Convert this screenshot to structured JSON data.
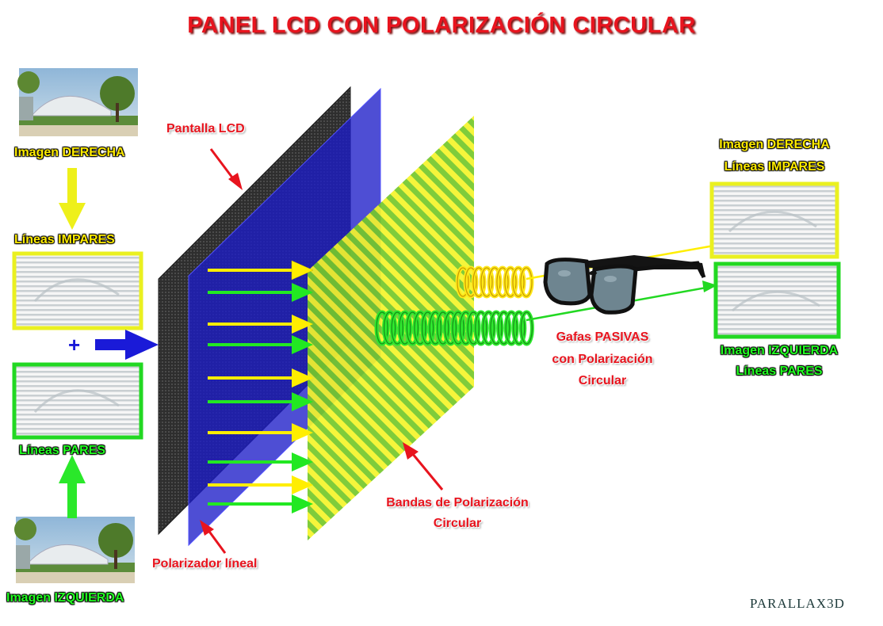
{
  "title": "PANEL LCD CON POLARIZACIÓN CIRCULAR",
  "labels": {
    "pantalla_lcd": "Pantalla LCD",
    "polarizador": "Polarizador líneal",
    "bandas_1": "Bandas de Polarización",
    "bandas_2": "Circular",
    "gafas_1": "Gafas PASIVAS",
    "gafas_2": "con Polarización",
    "gafas_3": "Circular"
  },
  "left": {
    "imagen_derecha_a": "Imagen ",
    "imagen_derecha_b": "DERECHA",
    "lineas_impares_a": "Líneas ",
    "lineas_impares_b": "IMPARES",
    "plus": "+",
    "lineas_pares_a": "Líneas ",
    "lineas_pares_b": "PARES",
    "imagen_izquierda_a": "Imagen ",
    "imagen_izquierda_b": "IZQUIERDA"
  },
  "right": {
    "top_line1_a": "Imagen ",
    "top_line1_b": "DERECHA",
    "top_line2_a": "Líneas ",
    "top_line2_b": "IMPARES",
    "bottom_line1_a": "Imagen ",
    "bottom_line1_b": "IZQUIERDA",
    "bottom_line2_a": "Líneas ",
    "bottom_line2_b": "PARES"
  },
  "brand": "PARALLAX3D",
  "colors": {
    "title_red": "#e8141e",
    "odd_yellow": "#ffee00",
    "even_green": "#22e822",
    "lcd_dark": "#3a3a3a",
    "polarizer_blue": "#2020c8",
    "band_yellow": "#f0f020",
    "band_green": "#6ccc22"
  }
}
